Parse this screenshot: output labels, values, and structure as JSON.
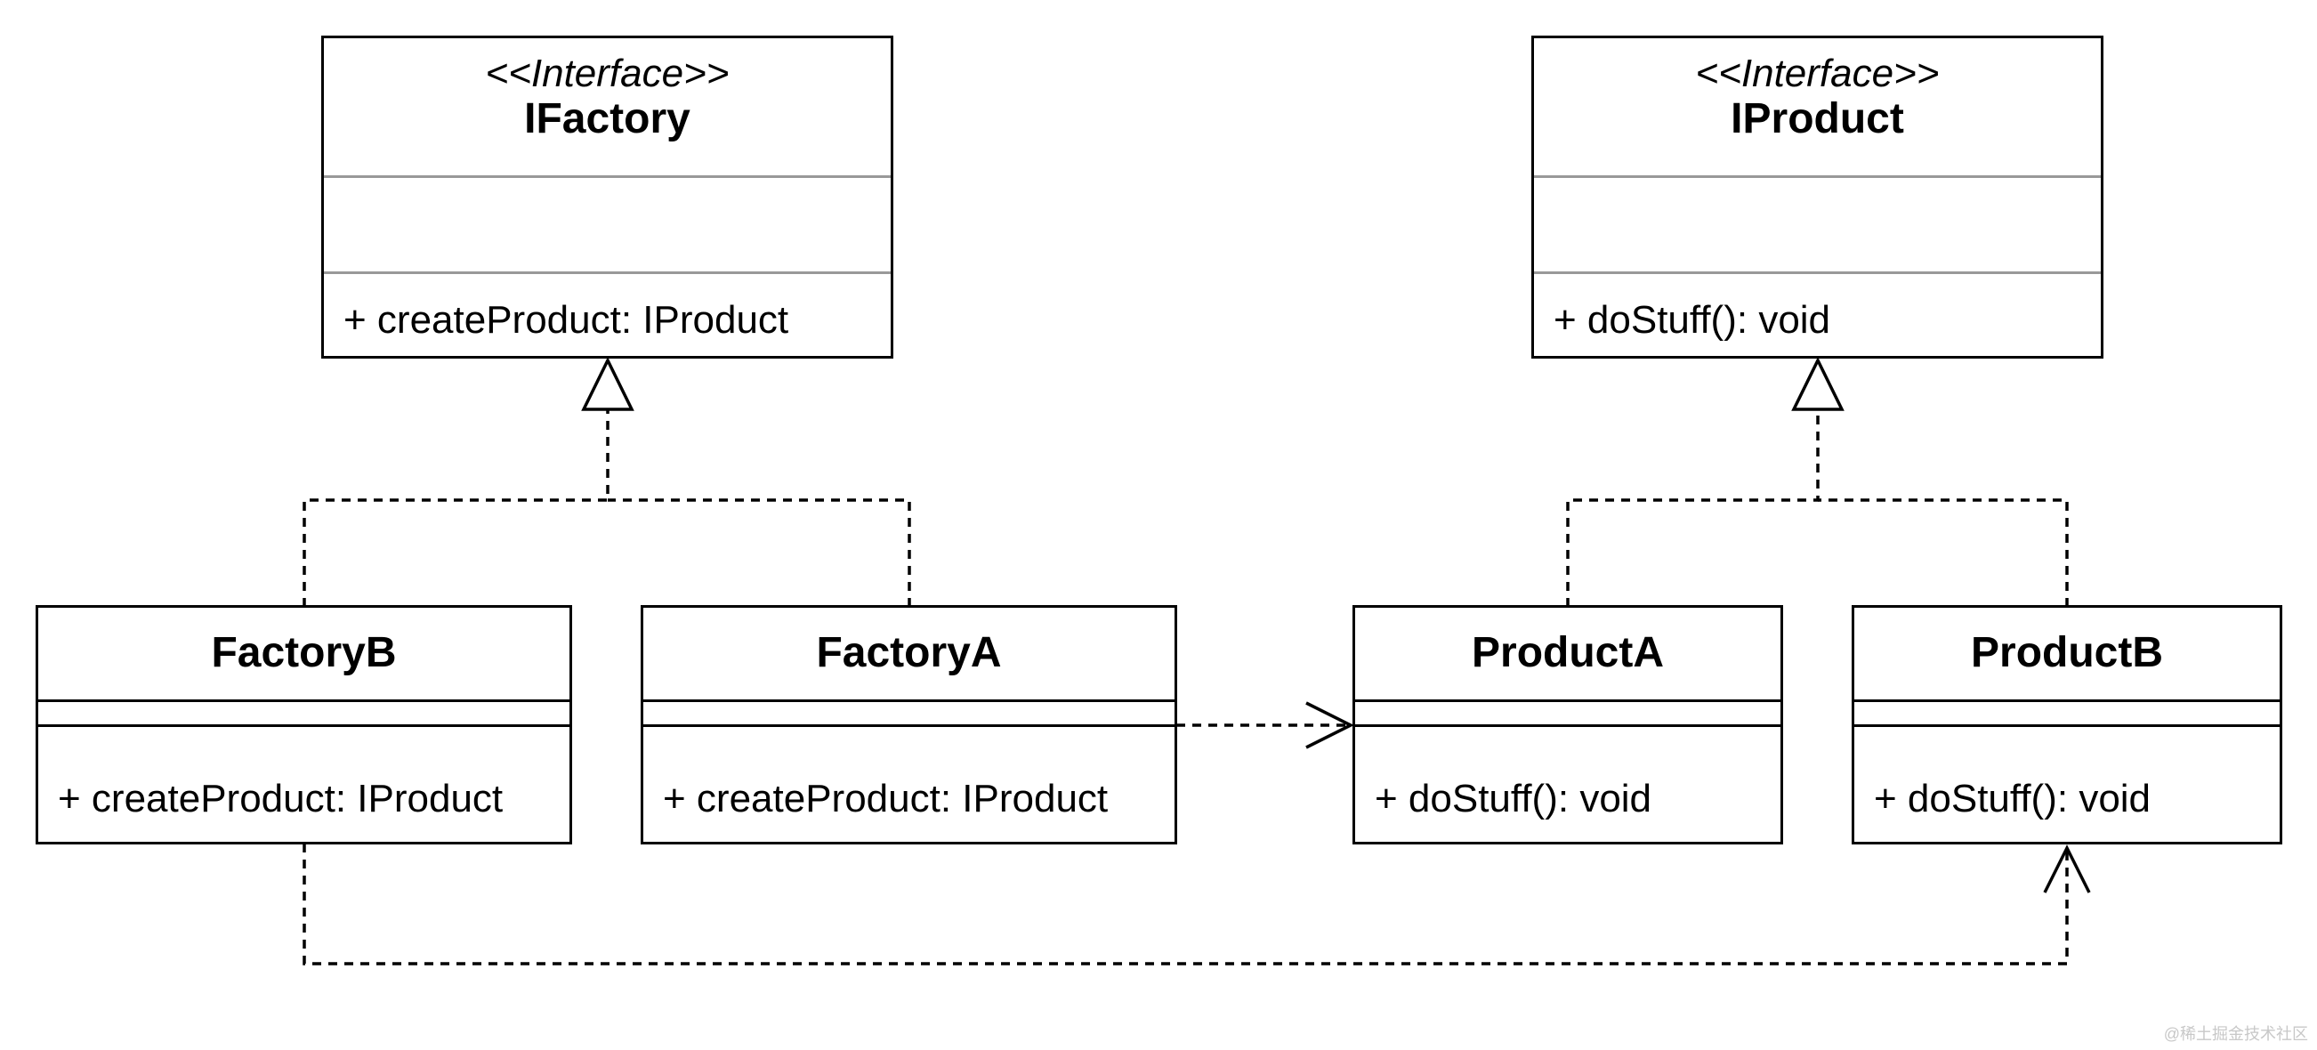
{
  "diagram": {
    "ifactory": {
      "stereotype": "<<Interface>>",
      "name": "IFactory",
      "method": "+ createProduct: IProduct"
    },
    "iproduct": {
      "stereotype": "<<Interface>>",
      "name": "IProduct",
      "method": "+ doStuff(): void"
    },
    "factory_b": {
      "name": "FactoryB",
      "method": "+ createProduct: IProduct"
    },
    "factory_a": {
      "name": "FactoryA",
      "method": "+ createProduct: IProduct"
    },
    "product_a": {
      "name": "ProductA",
      "method": "+ doStuff(): void"
    },
    "product_b": {
      "name": "ProductB",
      "method": "+ doStuff(): void"
    }
  },
  "watermark": "@稀土掘金技术社区",
  "colors": {
    "line": "#000000",
    "divider": "#999999",
    "background": "#ffffff"
  }
}
